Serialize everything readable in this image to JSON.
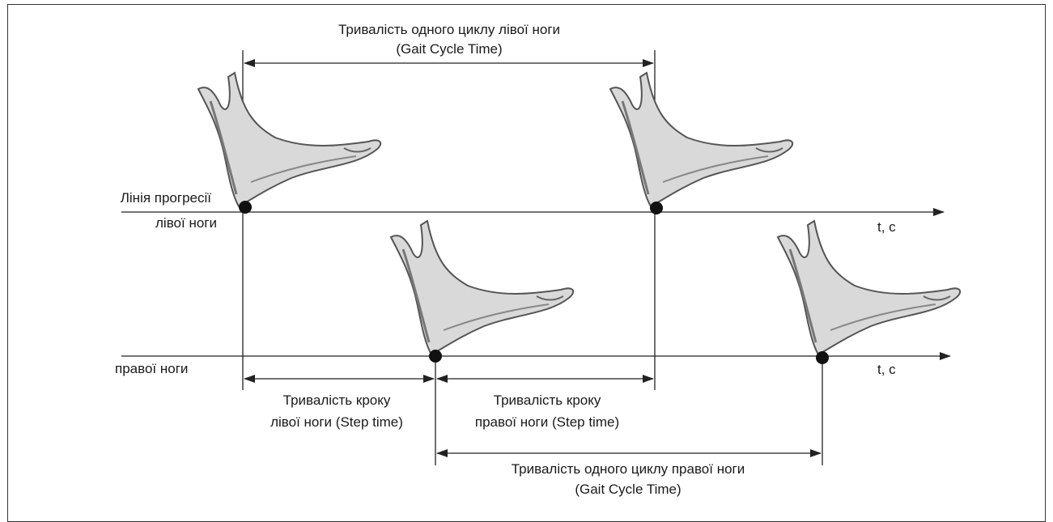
{
  "top_span": {
    "line1": "Тривалість одного циклу лівої ноги",
    "line2": "(Gait Cycle Time)"
  },
  "left_line": {
    "label1": "Лінія прогресії",
    "label2": "лівої ноги",
    "axis": "t, c"
  },
  "right_line": {
    "label": "правої ноги",
    "axis": "t, c"
  },
  "step_left": {
    "line1": "Тривалість кроку",
    "line2": "лівої ноги (Step time)"
  },
  "step_right": {
    "line1": "Тривалість кроку",
    "line2": "правої ноги (Step time)"
  },
  "bottom_span": {
    "line1": "Тривалість одного циклу правої ноги",
    "line2": "(Gait Cycle Time)"
  },
  "colors": {
    "line": "#222222",
    "foot_fill": "#d9d9d9",
    "foot_stroke": "#555555",
    "dot": "#111111"
  }
}
